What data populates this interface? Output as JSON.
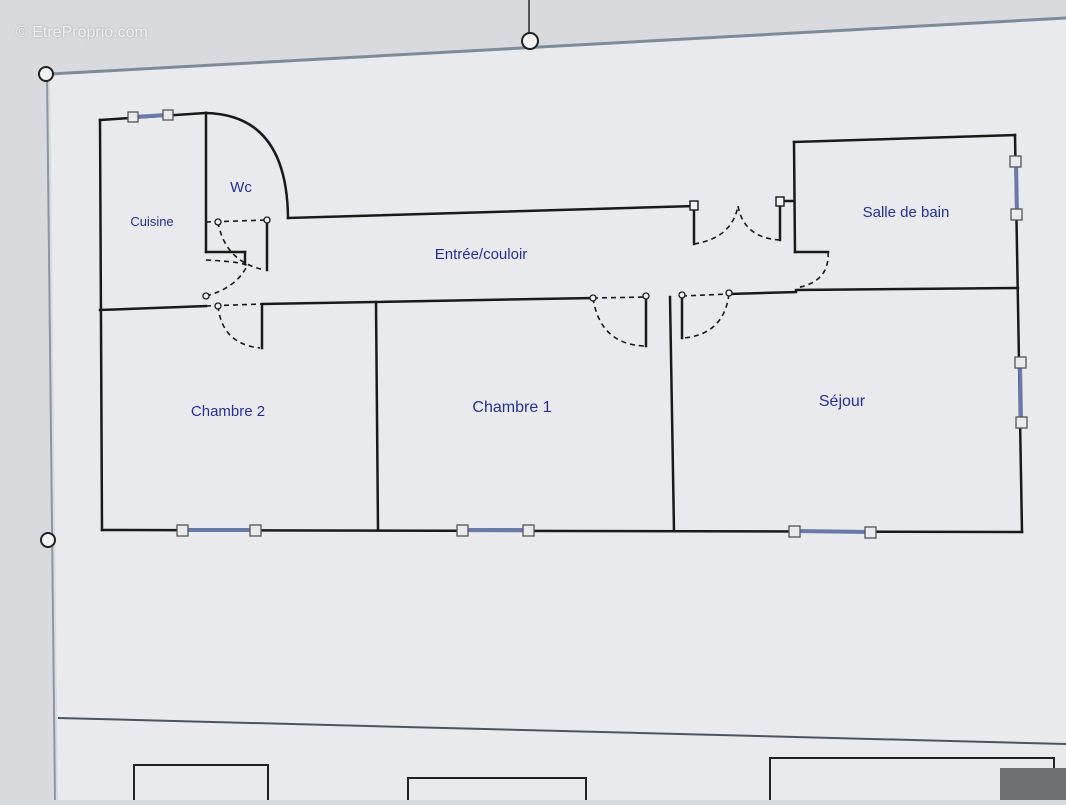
{
  "watermark": "© EtreProprio.com",
  "rooms": {
    "cuisine": "Cuisine",
    "wc": "Wc",
    "entree": "Entrée/couloir",
    "salle_de_bain": "Salle de bain",
    "chambre2": "Chambre 2",
    "chambre1": "Chambre 1",
    "sejour": "Séjour"
  },
  "colors": {
    "wall": "#1a1a1a",
    "label": "#24309a",
    "window": "#6a7aa8",
    "page": "#e9eaed"
  }
}
